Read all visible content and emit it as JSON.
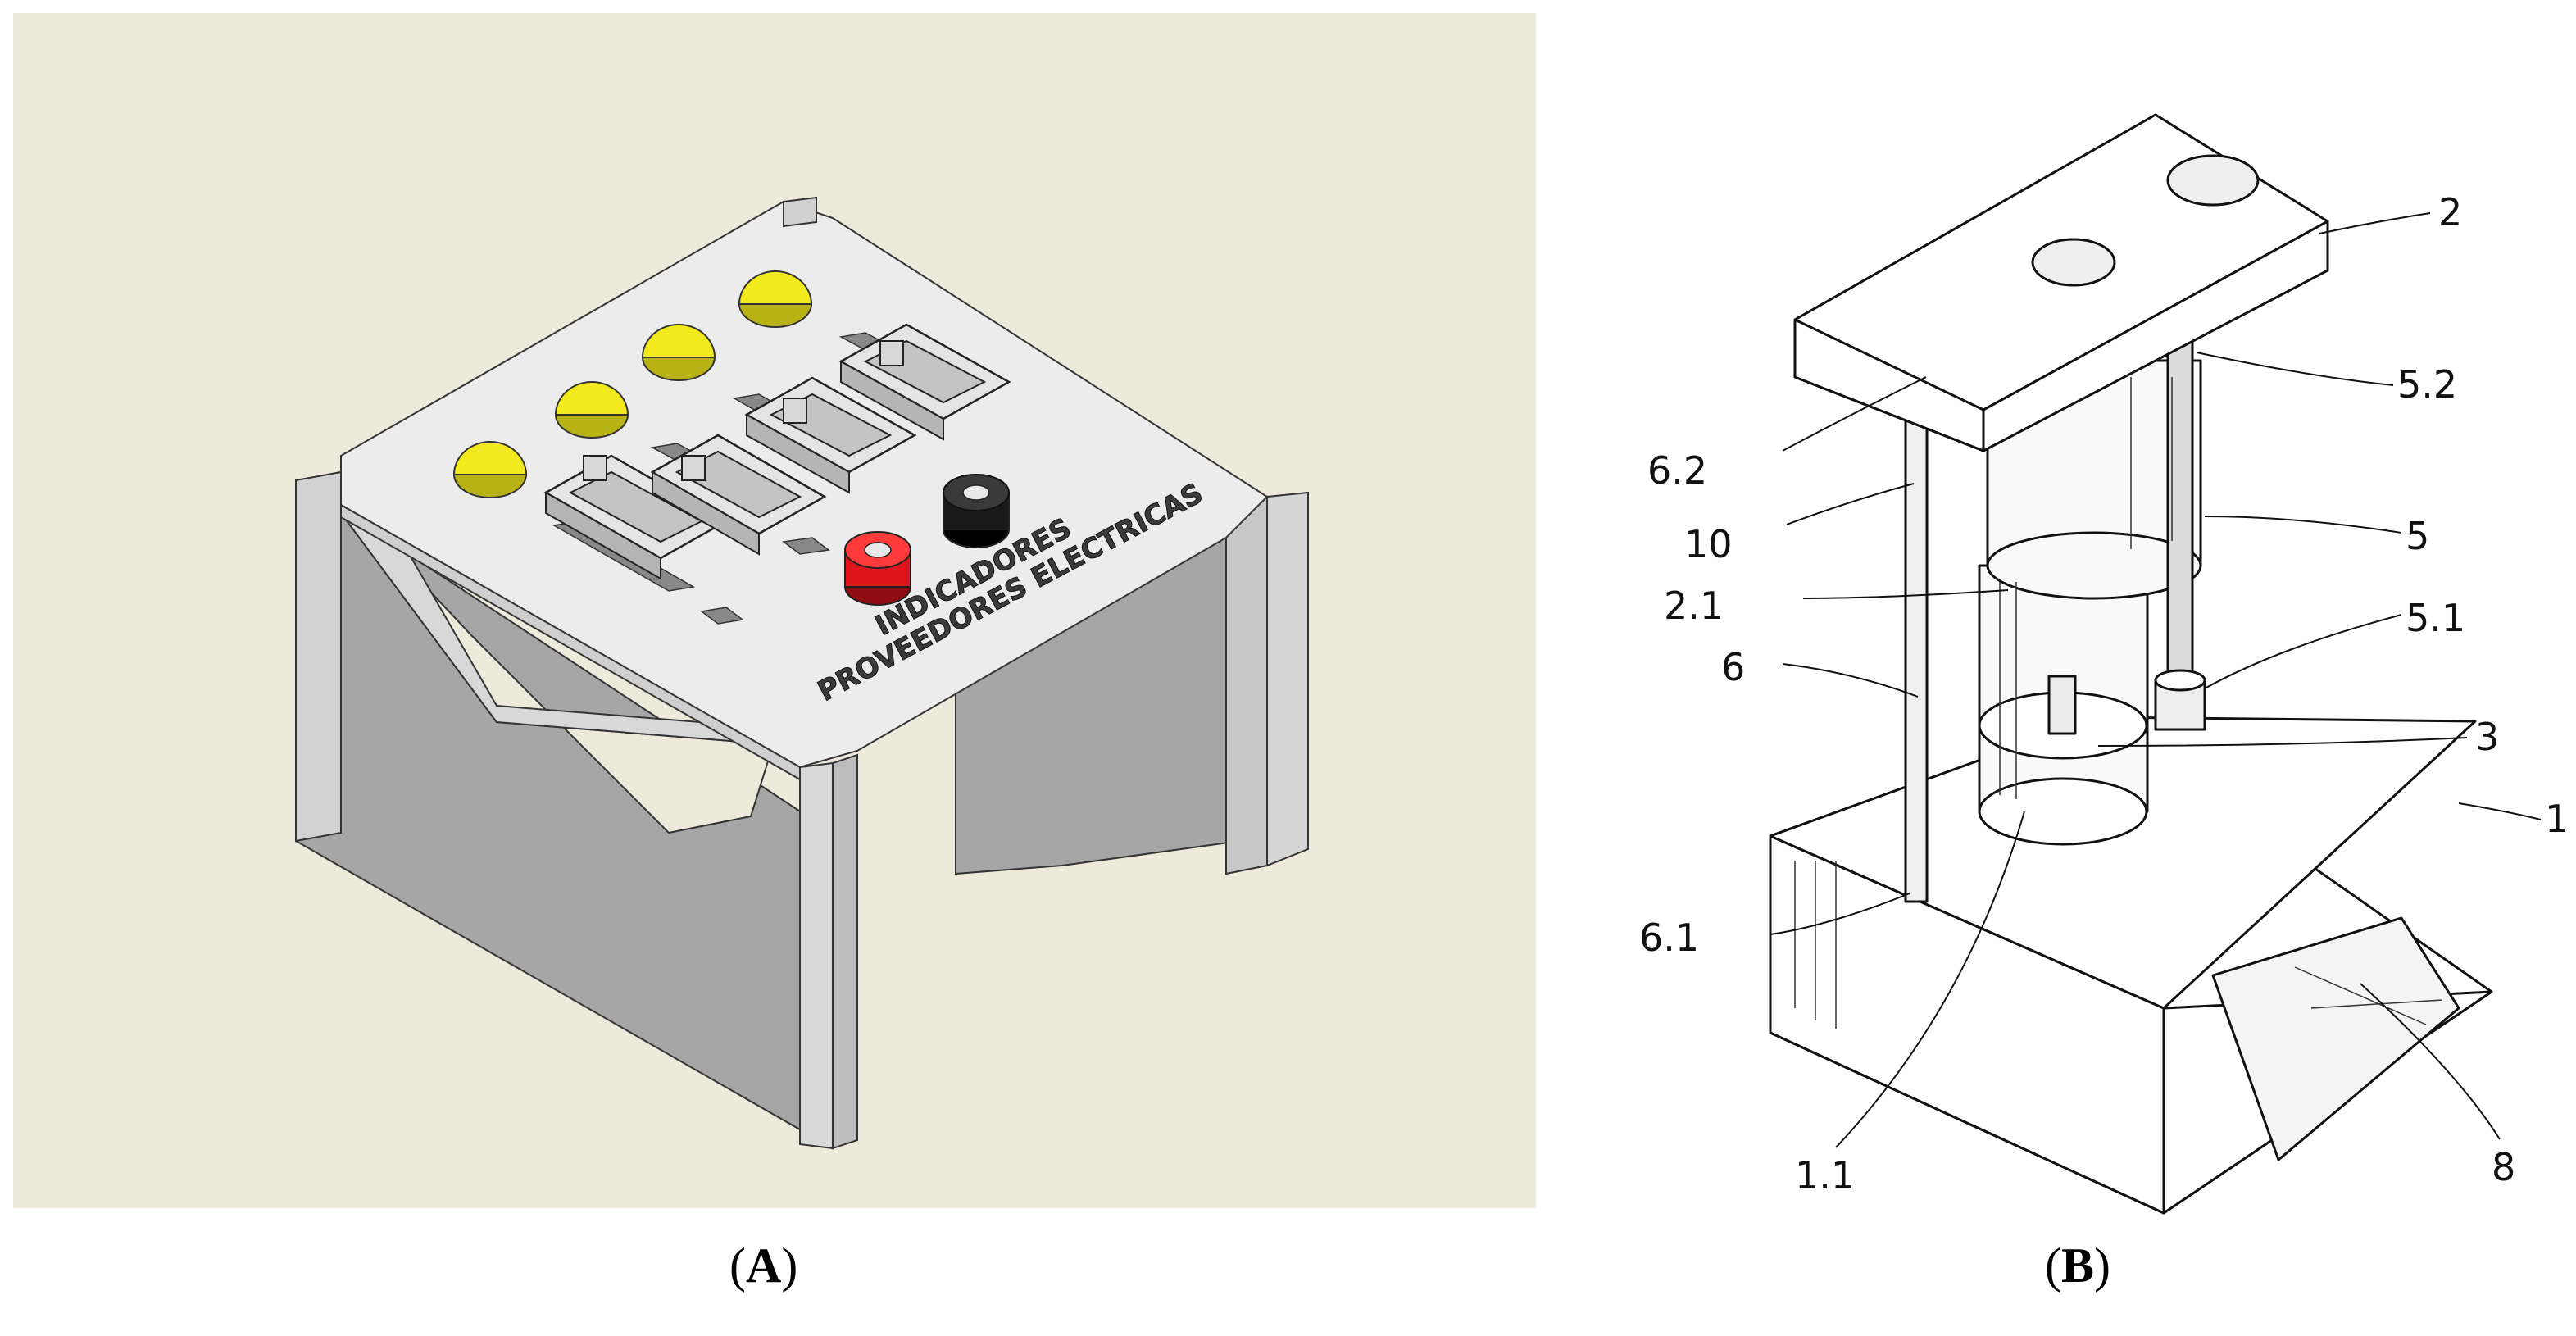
{
  "figure": {
    "panels": [
      {
        "id": "A",
        "caption_open": "(",
        "caption_letter": "A",
        "caption_close": ")",
        "background_color": "#edeadb",
        "engraving": {
          "line1": "INDICADORES",
          "line2": "PROVEEDORES ELECTRICAS"
        },
        "colors": {
          "led": "#f2ea1c",
          "red_terminal": "#e0151b",
          "black_terminal": "#1a1a1a",
          "frame": "#c8c8c8"
        }
      },
      {
        "id": "B",
        "caption_open": "(",
        "caption_letter": "B",
        "caption_close": ")",
        "labels": {
          "l2": "2",
          "l52": "5.2",
          "l62": "6.2",
          "l10": "10",
          "l5": "5",
          "l21": "2.1",
          "l51": "5.1",
          "l6": "6",
          "l3": "3",
          "l1": "1",
          "l61": "6.1",
          "l11": "1.1",
          "l8": "8"
        }
      }
    ]
  }
}
